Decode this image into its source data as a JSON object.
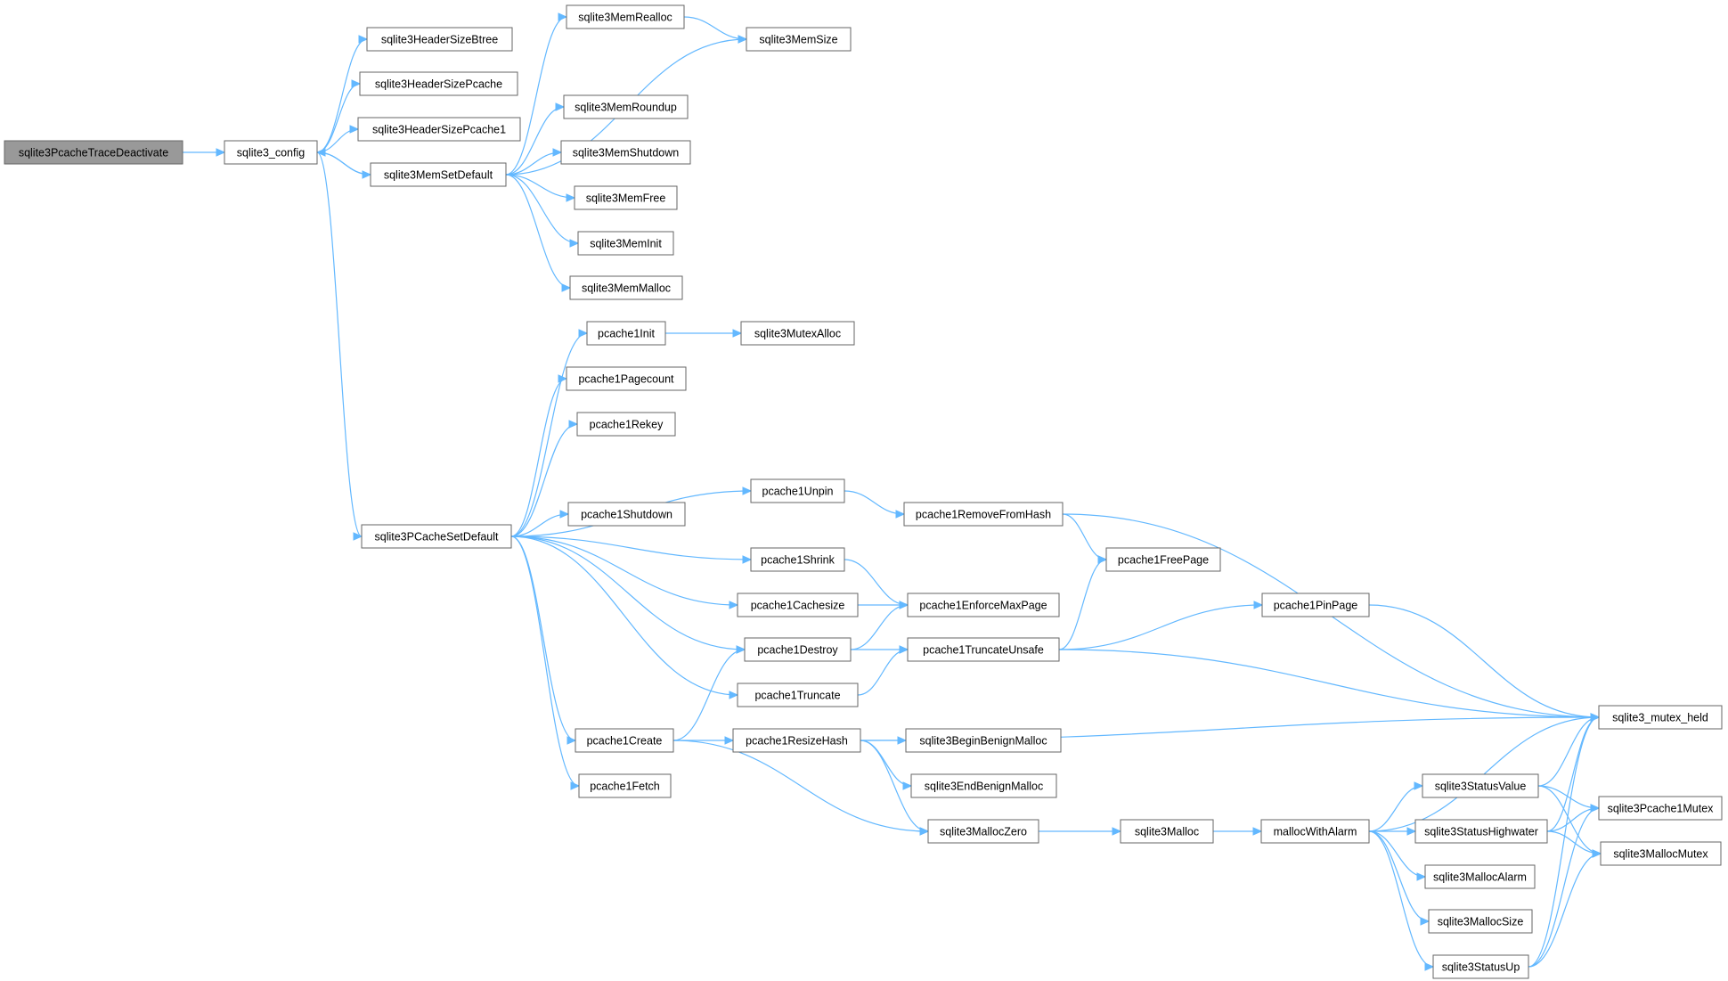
{
  "diagram": {
    "colors": {
      "edge": "#63b8ff",
      "node_border": "#666666",
      "root_fill": "#999999",
      "node_fill": "#ffffff"
    },
    "nodes": [
      {
        "id": "sqlite3PcacheTraceDeactivate",
        "label": "sqlite3PcacheTraceDeactivate"
      },
      {
        "id": "sqlite3_config",
        "label": "sqlite3_config"
      },
      {
        "id": "sqlite3HeaderSizeBtree",
        "label": "sqlite3HeaderSizeBtree"
      },
      {
        "id": "sqlite3HeaderSizePcache",
        "label": "sqlite3HeaderSizePcache"
      },
      {
        "id": "sqlite3HeaderSizePcache1",
        "label": "sqlite3HeaderSizePcache1"
      },
      {
        "id": "sqlite3MemSetDefault",
        "label": "sqlite3MemSetDefault"
      },
      {
        "id": "sqlite3PCacheSetDefault",
        "label": "sqlite3PCacheSetDefault"
      },
      {
        "id": "sqlite3MemRealloc",
        "label": "sqlite3MemRealloc"
      },
      {
        "id": "sqlite3MemSize",
        "label": "sqlite3MemSize"
      },
      {
        "id": "sqlite3MemRoundup",
        "label": "sqlite3MemRoundup"
      },
      {
        "id": "sqlite3MemShutdown",
        "label": "sqlite3MemShutdown"
      },
      {
        "id": "sqlite3MemFree",
        "label": "sqlite3MemFree"
      },
      {
        "id": "sqlite3MemInit",
        "label": "sqlite3MemInit"
      },
      {
        "id": "sqlite3MemMalloc",
        "label": "sqlite3MemMalloc"
      },
      {
        "id": "pcache1Init",
        "label": "pcache1Init"
      },
      {
        "id": "sqlite3MutexAlloc",
        "label": "sqlite3MutexAlloc"
      },
      {
        "id": "pcache1Pagecount",
        "label": "pcache1Pagecount"
      },
      {
        "id": "pcache1Rekey",
        "label": "pcache1Rekey"
      },
      {
        "id": "pcache1Unpin",
        "label": "pcache1Unpin"
      },
      {
        "id": "pcache1RemoveFromHash",
        "label": "pcache1RemoveFromHash"
      },
      {
        "id": "pcache1Shutdown",
        "label": "pcache1Shutdown"
      },
      {
        "id": "pcache1Shrink",
        "label": "pcache1Shrink"
      },
      {
        "id": "pcache1FreePage",
        "label": "pcache1FreePage"
      },
      {
        "id": "pcache1Cachesize",
        "label": "pcache1Cachesize"
      },
      {
        "id": "pcache1EnforceMaxPage",
        "label": "pcache1EnforceMaxPage"
      },
      {
        "id": "pcache1PinPage",
        "label": "pcache1PinPage"
      },
      {
        "id": "pcache1Destroy",
        "label": "pcache1Destroy"
      },
      {
        "id": "pcache1TruncateUnsafe",
        "label": "pcache1TruncateUnsafe"
      },
      {
        "id": "pcache1Truncate",
        "label": "pcache1Truncate"
      },
      {
        "id": "sqlite3_mutex_held",
        "label": "sqlite3_mutex_held"
      },
      {
        "id": "pcache1Create",
        "label": "pcache1Create"
      },
      {
        "id": "pcache1ResizeHash",
        "label": "pcache1ResizeHash"
      },
      {
        "id": "sqlite3BeginBenignMalloc",
        "label": "sqlite3BeginBenignMalloc"
      },
      {
        "id": "pcache1Fetch",
        "label": "pcache1Fetch"
      },
      {
        "id": "sqlite3EndBenignMalloc",
        "label": "sqlite3EndBenignMalloc"
      },
      {
        "id": "sqlite3StatusValue",
        "label": "sqlite3StatusValue"
      },
      {
        "id": "sqlite3Pcache1Mutex",
        "label": "sqlite3Pcache1Mutex"
      },
      {
        "id": "sqlite3MallocZero",
        "label": "sqlite3MallocZero"
      },
      {
        "id": "sqlite3Malloc",
        "label": "sqlite3Malloc"
      },
      {
        "id": "mallocWithAlarm",
        "label": "mallocWithAlarm"
      },
      {
        "id": "sqlite3StatusHighwater",
        "label": "sqlite3StatusHighwater"
      },
      {
        "id": "sqlite3MallocMutex",
        "label": "sqlite3MallocMutex"
      },
      {
        "id": "sqlite3MallocAlarm",
        "label": "sqlite3MallocAlarm"
      },
      {
        "id": "sqlite3MallocSize",
        "label": "sqlite3MallocSize"
      },
      {
        "id": "sqlite3StatusUp",
        "label": "sqlite3StatusUp"
      }
    ],
    "edges": [
      [
        "sqlite3PcacheTraceDeactivate",
        "sqlite3_config"
      ],
      [
        "sqlite3_config",
        "sqlite3HeaderSizeBtree"
      ],
      [
        "sqlite3_config",
        "sqlite3HeaderSizePcache"
      ],
      [
        "sqlite3_config",
        "sqlite3HeaderSizePcache1"
      ],
      [
        "sqlite3_config",
        "sqlite3MemSetDefault"
      ],
      [
        "sqlite3MemSetDefault",
        "sqlite3_config"
      ],
      [
        "sqlite3_config",
        "sqlite3PCacheSetDefault"
      ],
      [
        "sqlite3MemSetDefault",
        "sqlite3MemRealloc"
      ],
      [
        "sqlite3MemSetDefault",
        "sqlite3MemSize"
      ],
      [
        "sqlite3MemRealloc",
        "sqlite3MemSize"
      ],
      [
        "sqlite3MemSetDefault",
        "sqlite3MemRoundup"
      ],
      [
        "sqlite3MemSetDefault",
        "sqlite3MemShutdown"
      ],
      [
        "sqlite3MemSetDefault",
        "sqlite3MemFree"
      ],
      [
        "sqlite3MemSetDefault",
        "sqlite3MemInit"
      ],
      [
        "sqlite3MemSetDefault",
        "sqlite3MemMalloc"
      ],
      [
        "sqlite3PCacheSetDefault",
        "pcache1Init"
      ],
      [
        "pcache1Init",
        "sqlite3MutexAlloc"
      ],
      [
        "sqlite3PCacheSetDefault",
        "pcache1Pagecount"
      ],
      [
        "sqlite3PCacheSetDefault",
        "pcache1Rekey"
      ],
      [
        "sqlite3PCacheSetDefault",
        "pcache1Unpin"
      ],
      [
        "pcache1Unpin",
        "pcache1RemoveFromHash"
      ],
      [
        "sqlite3PCacheSetDefault",
        "pcache1Shutdown"
      ],
      [
        "sqlite3PCacheSetDefault",
        "pcache1Shrink"
      ],
      [
        "sqlite3PCacheSetDefault",
        "pcache1Cachesize"
      ],
      [
        "sqlite3PCacheSetDefault",
        "pcache1Destroy"
      ],
      [
        "sqlite3PCacheSetDefault",
        "pcache1Truncate"
      ],
      [
        "sqlite3PCacheSetDefault",
        "pcache1Create"
      ],
      [
        "sqlite3PCacheSetDefault",
        "pcache1Fetch"
      ],
      [
        "pcache1RemoveFromHash",
        "pcache1FreePage"
      ],
      [
        "pcache1RemoveFromHash",
        "sqlite3_mutex_held"
      ],
      [
        "pcache1Shrink",
        "pcache1EnforceMaxPage"
      ],
      [
        "pcache1Cachesize",
        "pcache1EnforceMaxPage"
      ],
      [
        "pcache1Destroy",
        "pcache1EnforceMaxPage"
      ],
      [
        "pcache1Destroy",
        "pcache1TruncateUnsafe"
      ],
      [
        "pcache1Truncate",
        "pcache1TruncateUnsafe"
      ],
      [
        "pcache1TruncateUnsafe",
        "pcache1FreePage"
      ],
      [
        "pcache1TruncateUnsafe",
        "pcache1PinPage"
      ],
      [
        "pcache1TruncateUnsafe",
        "sqlite3_mutex_held"
      ],
      [
        "pcache1PinPage",
        "sqlite3_mutex_held"
      ],
      [
        "pcache1Create",
        "pcache1Destroy"
      ],
      [
        "pcache1Create",
        "pcache1ResizeHash"
      ],
      [
        "pcache1Create",
        "sqlite3MallocZero"
      ],
      [
        "pcache1ResizeHash",
        "sqlite3_mutex_held"
      ],
      [
        "pcache1ResizeHash",
        "sqlite3BeginBenignMalloc"
      ],
      [
        "pcache1ResizeHash",
        "sqlite3EndBenignMalloc"
      ],
      [
        "pcache1ResizeHash",
        "sqlite3MallocZero"
      ],
      [
        "sqlite3MallocZero",
        "sqlite3Malloc"
      ],
      [
        "sqlite3Malloc",
        "mallocWithAlarm"
      ],
      [
        "mallocWithAlarm",
        "sqlite3_mutex_held"
      ],
      [
        "mallocWithAlarm",
        "sqlite3StatusValue"
      ],
      [
        "mallocWithAlarm",
        "sqlite3StatusHighwater"
      ],
      [
        "mallocWithAlarm",
        "sqlite3MallocAlarm"
      ],
      [
        "mallocWithAlarm",
        "sqlite3MallocSize"
      ],
      [
        "mallocWithAlarm",
        "sqlite3StatusUp"
      ],
      [
        "sqlite3StatusValue",
        "sqlite3_mutex_held"
      ],
      [
        "sqlite3StatusValue",
        "sqlite3Pcache1Mutex"
      ],
      [
        "sqlite3StatusValue",
        "sqlite3MallocMutex"
      ],
      [
        "sqlite3StatusHighwater",
        "sqlite3_mutex_held"
      ],
      [
        "sqlite3StatusHighwater",
        "sqlite3Pcache1Mutex"
      ],
      [
        "sqlite3StatusHighwater",
        "sqlite3MallocMutex"
      ],
      [
        "sqlite3StatusUp",
        "sqlite3_mutex_held"
      ],
      [
        "sqlite3StatusUp",
        "sqlite3Pcache1Mutex"
      ],
      [
        "sqlite3StatusUp",
        "sqlite3MallocMutex"
      ]
    ]
  }
}
